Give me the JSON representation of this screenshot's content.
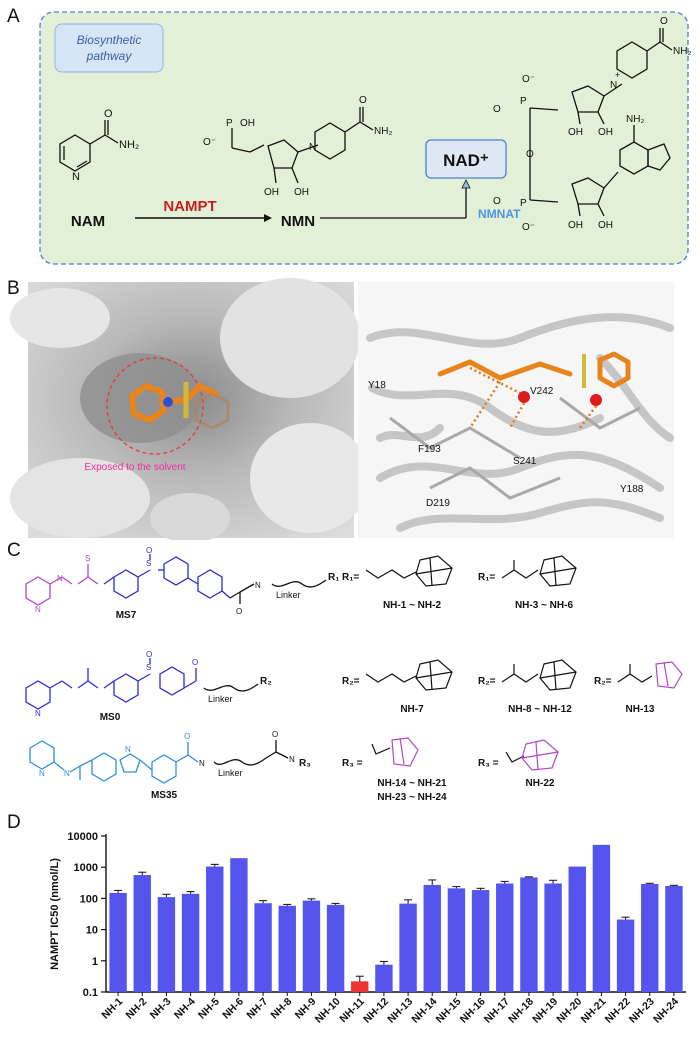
{
  "panel_labels": {
    "a": "A",
    "b": "B",
    "c": "C",
    "d": "D"
  },
  "panelA": {
    "pathway_box_line1": "Biosynthetic",
    "pathway_box_line2": "pathway",
    "nam": "NAM",
    "nmn": "NMN",
    "nampt": "NAMPT",
    "nmnat": "NMNAT",
    "nad": "NAD⁺",
    "atoms": {
      "O": "O",
      "NH2": "NH₂",
      "N": "N",
      "OH": "OH",
      "P": "P",
      "Ominus": "O⁻",
      "plus": "+"
    }
  },
  "panelB": {
    "exposed_label": "Exposed to the solvent",
    "residues": [
      "Y18",
      "V242",
      "F193",
      "S241",
      "D219",
      "Y188"
    ]
  },
  "panelC": {
    "rows": [
      {
        "compound": "MS7",
        "color": "#b347c7",
        "rlabel": "R₁"
      },
      {
        "compound": "MS0",
        "color": "#2b2bd6",
        "rlabel": "R₂"
      },
      {
        "compound": "MS35",
        "color": "#2f8fe0",
        "rlabel": "R₃"
      }
    ],
    "linker": "Linker",
    "groups": [
      {
        "prefix": "R₁=",
        "label": "NH-1 ~ NH-2"
      },
      {
        "prefix": "R₁=",
        "label": "NH-3 ~ NH-6"
      },
      {
        "prefix": "R₂=",
        "label": "NH-7"
      },
      {
        "prefix": "R₂=",
        "label": "NH-8 ~ NH-12"
      },
      {
        "prefix": "R₂=",
        "label": "NH-13"
      },
      {
        "prefix": "R₃ =",
        "label": "NH-14 ~ NH-21"
      },
      {
        "prefix": "R₃ =",
        "label": "NH-23 ~ NH-24"
      },
      {
        "prefix": "R₃ =",
        "label": "NH-22"
      }
    ],
    "atoms": {
      "N": "N",
      "H": "H",
      "S": "S",
      "O": "O"
    }
  },
  "chart_data": {
    "type": "bar",
    "ylabel": "NAMPT IC50 (nmol/L)",
    "yscale": "log",
    "ylim": [
      0.1,
      10000
    ],
    "yticks": [
      "0.1",
      "1",
      "10",
      "100",
      "1000",
      "10000"
    ],
    "categories": [
      "NH-1",
      "NH-2",
      "NH-3",
      "NH-4",
      "NH-5",
      "NH-6",
      "NH-7",
      "NH-8",
      "NH-9",
      "NH-10",
      "NH-11",
      "NH-12",
      "NH-13",
      "NH-14",
      "NH-15",
      "NH-16",
      "NH-17",
      "NH-18",
      "NH-19",
      "NH-20",
      "NH-21",
      "NH-22",
      "NH-23",
      "NH-24"
    ],
    "values": [
      150,
      560,
      110,
      140,
      1050,
      1950,
      70,
      58,
      85,
      62,
      0.22,
      0.75,
      68,
      270,
      210,
      185,
      300,
      470,
      300,
      1050,
      5200,
      21,
      290,
      250
    ],
    "errors": [
      30,
      130,
      25,
      25,
      180,
      0,
      15,
      6,
      12,
      7,
      0.1,
      0.2,
      22,
      120,
      30,
      25,
      50,
      20,
      80,
      0,
      0,
      4,
      15,
      12
    ],
    "bar_color": "#5555ee",
    "highlight_color": "#ee3333",
    "highlight_index": 10
  }
}
